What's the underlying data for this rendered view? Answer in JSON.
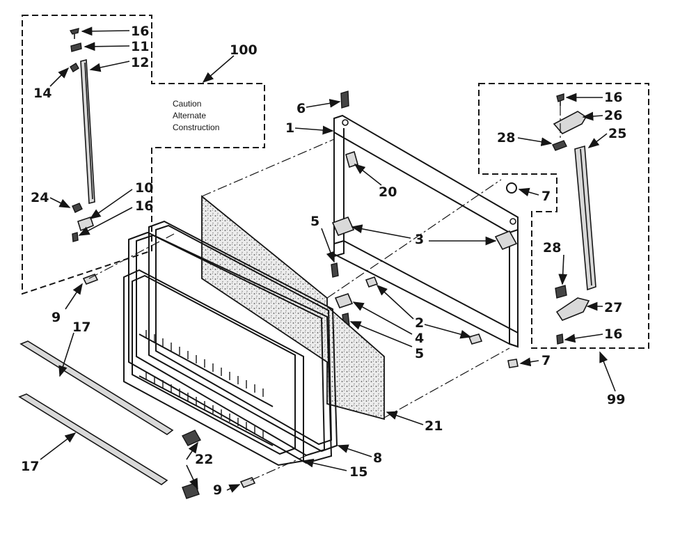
{
  "callouts": {
    "c100": "100",
    "c16_tl": "16",
    "c11": "11",
    "c12": "12",
    "c14": "14",
    "c10": "10",
    "c16_ml": "16",
    "c24": "24",
    "c9_l": "9",
    "c17_a": "17",
    "c17_b": "17",
    "c22": "22",
    "c9_b": "9",
    "c15": "15",
    "c8": "8",
    "c21": "21",
    "c6": "6",
    "c1": "1",
    "c20": "20",
    "c5_a": "5",
    "c3": "3",
    "c2": "2",
    "c4": "4",
    "c5_b": "5",
    "c7_a": "7",
    "c7_b": "7",
    "c16_tr": "16",
    "c26": "26",
    "c28_a": "28",
    "c25": "25",
    "c28_b": "28",
    "c27": "27",
    "c16_br": "16",
    "c99": "99"
  },
  "caution_note": {
    "line1": "Caution",
    "line2": "Alternate",
    "line3": "Construction"
  },
  "colors": {
    "ink": "#151515",
    "paper": "#ffffff",
    "insulation": "#bdbdbd"
  }
}
